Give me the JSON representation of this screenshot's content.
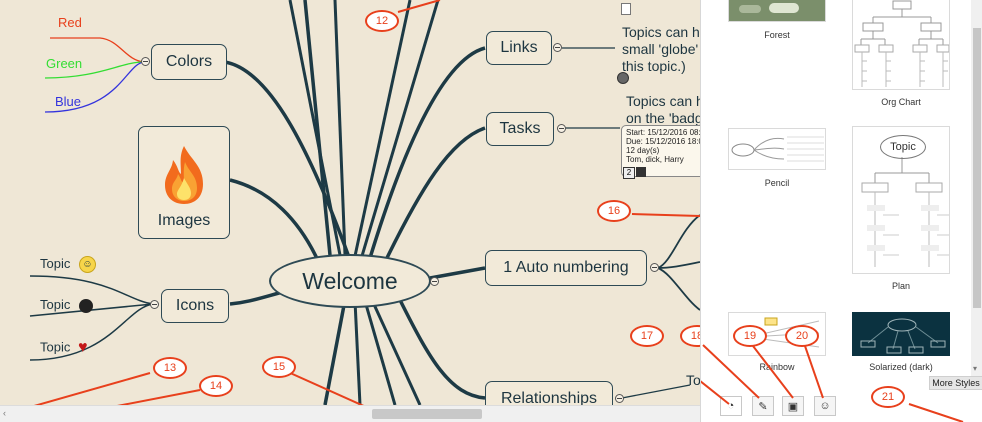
{
  "mindmap": {
    "center": "Welcome",
    "colors": {
      "label": "Colors",
      "items": [
        "Red",
        "Green",
        "Blue"
      ]
    },
    "images": {
      "label": "Images"
    },
    "icons": {
      "label": "Icons",
      "items": [
        "Topic",
        "Topic",
        "Topic"
      ]
    },
    "links": {
      "label": "Links",
      "note_lines": [
        "Topics can ha",
        "small 'globe'",
        "this topic.)"
      ]
    },
    "tasks": {
      "label": "Tasks",
      "note_lines": [
        "Topics can h",
        "on the 'badg"
      ],
      "card": [
        "Start: 15/12/2016 08:",
        "Due: 15/12/2016 18:0",
        "12 day(s)",
        "Tom, dick, Harry"
      ],
      "badge": "2"
    },
    "auto_numbering": {
      "label": "1 Auto numbering"
    },
    "relationships": {
      "label": "Relationships",
      "partial": "To"
    }
  },
  "callouts": [
    "12",
    "13",
    "14",
    "15",
    "16",
    "17",
    "18",
    "19",
    "20",
    "21"
  ],
  "styles_panel": {
    "thumbnails": [
      {
        "label": "Forest"
      },
      {
        "label": "Org Chart"
      },
      {
        "label": "Pencil"
      },
      {
        "label": "Plan",
        "topic_label": "Topic"
      },
      {
        "label": "Rainbow"
      },
      {
        "label": "Solarized (dark)"
      }
    ],
    "more_styles": "More Styles",
    "tabs": [
      "style-tab",
      "edit-style-tab",
      "image-tab",
      "emoji-tab"
    ]
  },
  "colors": {
    "canvas_bg": "#efe7d6",
    "branch": "#1d3a45",
    "red": "#e8401c",
    "green": "#33dd33",
    "blue": "#3333dd"
  }
}
